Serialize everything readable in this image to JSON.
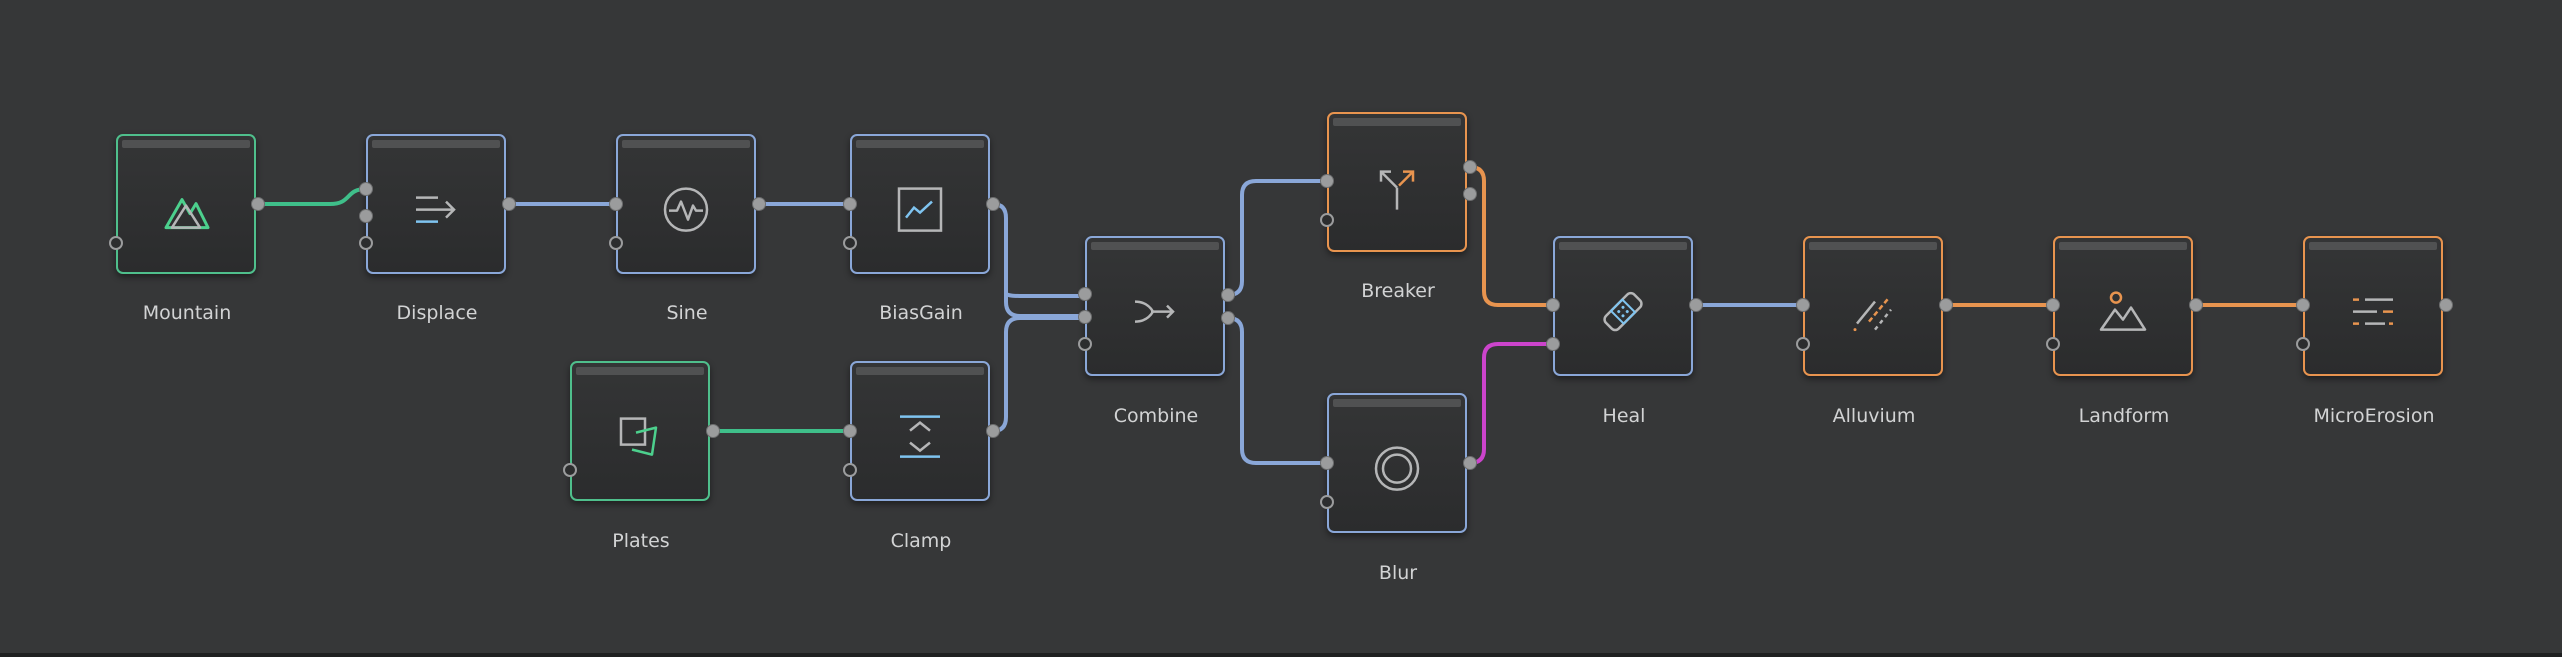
{
  "colors": {
    "background": "#363738",
    "wire_blue": "#8aa7d8",
    "wire_green": "#3fbf8a",
    "wire_orange": "#e8944f",
    "wire_magenta": "#cc44cc",
    "outline_green": "#4fbf8c",
    "outline_blue": "#8aa7d8",
    "outline_orange": "#e8944f"
  },
  "nodes": {
    "mountain": {
      "label": "Mountain",
      "icon": "mountain-icon",
      "category": "green"
    },
    "displace": {
      "label": "Displace",
      "icon": "displace-arrow-icon",
      "category": "blue"
    },
    "sine": {
      "label": "Sine",
      "icon": "sine-wave-icon",
      "category": "blue"
    },
    "biasgain": {
      "label": "BiasGain",
      "icon": "bias-gain-curve-icon",
      "category": "blue"
    },
    "plates": {
      "label": "Plates",
      "icon": "plates-icon",
      "category": "green"
    },
    "clamp": {
      "label": "Clamp",
      "icon": "clamp-icon",
      "category": "blue"
    },
    "combine": {
      "label": "Combine",
      "icon": "combine-merge-icon",
      "category": "blue"
    },
    "breaker": {
      "label": "Breaker",
      "icon": "breaker-split-icon",
      "category": "orange"
    },
    "blur": {
      "label": "Blur",
      "icon": "blur-circle-icon",
      "category": "blue"
    },
    "heal": {
      "label": "Heal",
      "icon": "bandage-icon",
      "category": "blue"
    },
    "alluvium": {
      "label": "Alluvium",
      "icon": "alluvium-streaks-icon",
      "category": "orange"
    },
    "landform": {
      "label": "Landform",
      "icon": "landform-terrain-icon",
      "category": "orange"
    },
    "microerosion": {
      "label": "MicroErosion",
      "icon": "micro-erosion-lines-icon",
      "category": "orange"
    }
  },
  "connections": [
    {
      "from": "mountain",
      "to": "displace",
      "color": "green"
    },
    {
      "from": "displace",
      "to": "sine",
      "color": "blue"
    },
    {
      "from": "sine",
      "to": "biasgain",
      "color": "blue"
    },
    {
      "from": "plates",
      "to": "clamp",
      "color": "green"
    },
    {
      "from": "biasgain",
      "to": "combine",
      "color": "blue"
    },
    {
      "from": "clamp",
      "to": "combine",
      "color": "blue"
    },
    {
      "from": "combine",
      "to": "breaker",
      "color": "blue"
    },
    {
      "from": "combine",
      "to": "blur",
      "color": "blue"
    },
    {
      "from": "breaker",
      "to": "heal",
      "color": "orange"
    },
    {
      "from": "blur",
      "to": "heal",
      "color": "magenta"
    },
    {
      "from": "heal",
      "to": "alluvium",
      "color": "blue"
    },
    {
      "from": "alluvium",
      "to": "landform",
      "color": "orange"
    },
    {
      "from": "landform",
      "to": "microerosion",
      "color": "orange"
    }
  ]
}
